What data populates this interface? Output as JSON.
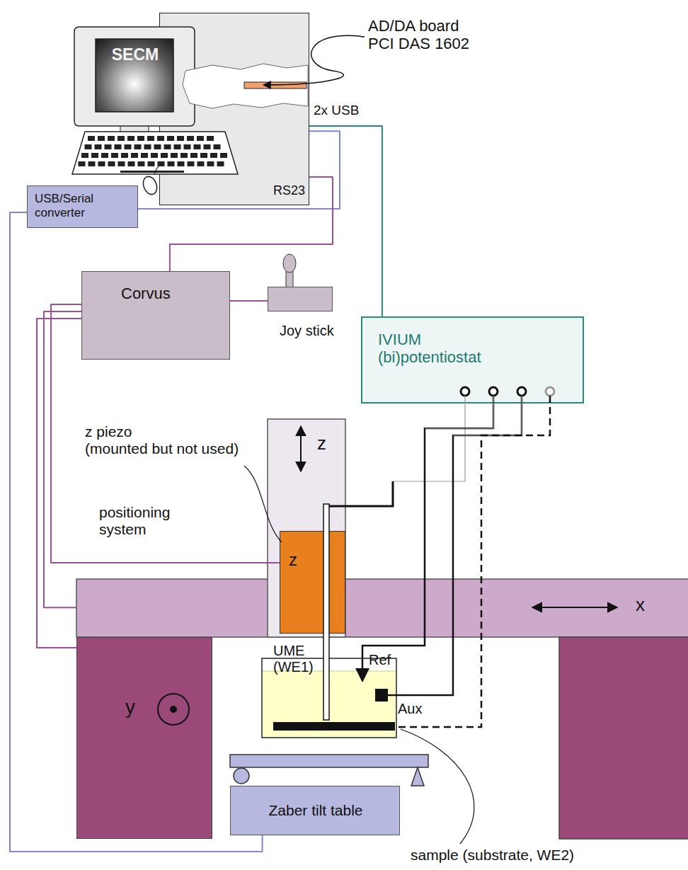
{
  "diagram": {
    "nodes": [
      {
        "text": [
          "SECM"
        ]
      },
      {
        "text": [
          "2x USB",
          "RS23"
        ]
      },
      {
        "text": [
          "USB/Serial converter"
        ]
      },
      {
        "text": [
          "Corvus"
        ]
      },
      {
        "text": [
          "Joy stick"
        ]
      },
      {
        "text": [
          "IVIUM (bi)potentiostat"
        ]
      },
      {
        "text": [
          "z"
        ]
      },
      {
        "text": [
          "z"
        ],
        "in": 6
      },
      {
        "text": [
          "x"
        ]
      },
      {
        "text": [
          "y"
        ]
      },
      {
        "text": [
          "Zaber tilt table"
        ]
      }
    ],
    "edges": [
      {
        "from": 1,
        "to": 2,
        "arrow": "none"
      },
      {
        "from": 1,
        "to": 5,
        "arrow": "none"
      },
      {
        "from": 1,
        "to": 3,
        "arrow": "none"
      },
      {
        "from": 3,
        "to": 4,
        "arrow": "none"
      },
      {
        "from": 3,
        "to": 7,
        "arrow": "none"
      },
      {
        "from": 3,
        "to": 8,
        "arrow": "none"
      },
      {
        "from": 3,
        "to": 9,
        "arrow": "none"
      },
      {
        "from": 2,
        "to": 10,
        "arrow": "none"
      }
    ],
    "labels": [
      "AD/DA board PCI DAS 1602",
      "z piezo (mounted but not used)",
      "positioning system",
      "UME (WE1)",
      "Ref",
      "Aux",
      "sample (substrate, WE2)"
    ]
  }
}
